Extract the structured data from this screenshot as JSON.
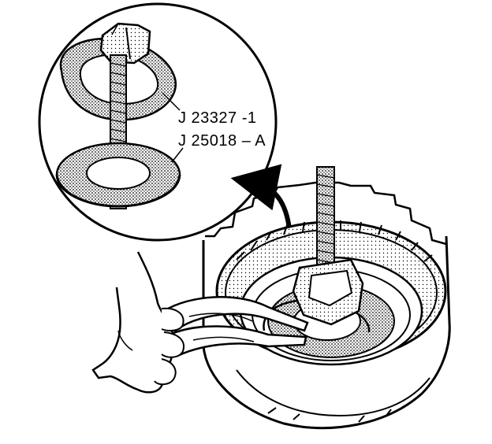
{
  "callouts": [
    {
      "text": "J 23327 -1",
      "target": "spring compressor tool"
    },
    {
      "text": "J 25018 – A",
      "target": "compressor adapter plate"
    }
  ],
  "colors": {
    "line": "#000000",
    "background": "#ffffff",
    "stipple": "#000000"
  }
}
